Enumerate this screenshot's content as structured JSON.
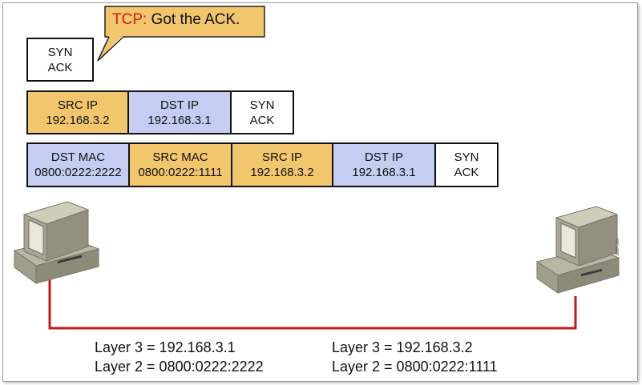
{
  "callout": {
    "prefix": "TCP:",
    "text": " Got the ACK."
  },
  "standalone_segment": {
    "line1": "SYN",
    "line2": "ACK"
  },
  "packet": [
    {
      "line1": "SRC IP",
      "line2": "192.168.3.2",
      "color": "#f2c66d"
    },
    {
      "line1": "DST IP",
      "line2": "192.168.3.1",
      "color": "#c5cdf2"
    },
    {
      "line1": "SYN",
      "line2": "ACK",
      "color": "#ffffff"
    }
  ],
  "frame": [
    {
      "line1": "DST MAC",
      "line2": "0800:0222:2222",
      "color": "#c5cdf2"
    },
    {
      "line1": "SRC MAC",
      "line2": "0800:0222:1111",
      "color": "#f2c66d"
    },
    {
      "line1": "SRC IP",
      "line2": "192.168.3.2",
      "color": "#f2c66d"
    },
    {
      "line1": "DST IP",
      "line2": "192.168.3.1",
      "color": "#c5cdf2"
    },
    {
      "line1": "SYN",
      "line2": "ACK",
      "color": "#ffffff"
    }
  ],
  "host_left": {
    "layer3": "Layer 3 = 192.168.3.1",
    "layer2": "Layer 2 = 0800:0222:2222"
  },
  "host_right": {
    "layer3": "Layer 3 = 192.168.3.2",
    "layer2": "Layer 2 = 0800:0222:1111"
  },
  "figure_id": "301P_380",
  "colors": {
    "link": "#c41a1a",
    "callout_fill": "#f2c66d",
    "tcp_label": "#cc1f1f"
  }
}
